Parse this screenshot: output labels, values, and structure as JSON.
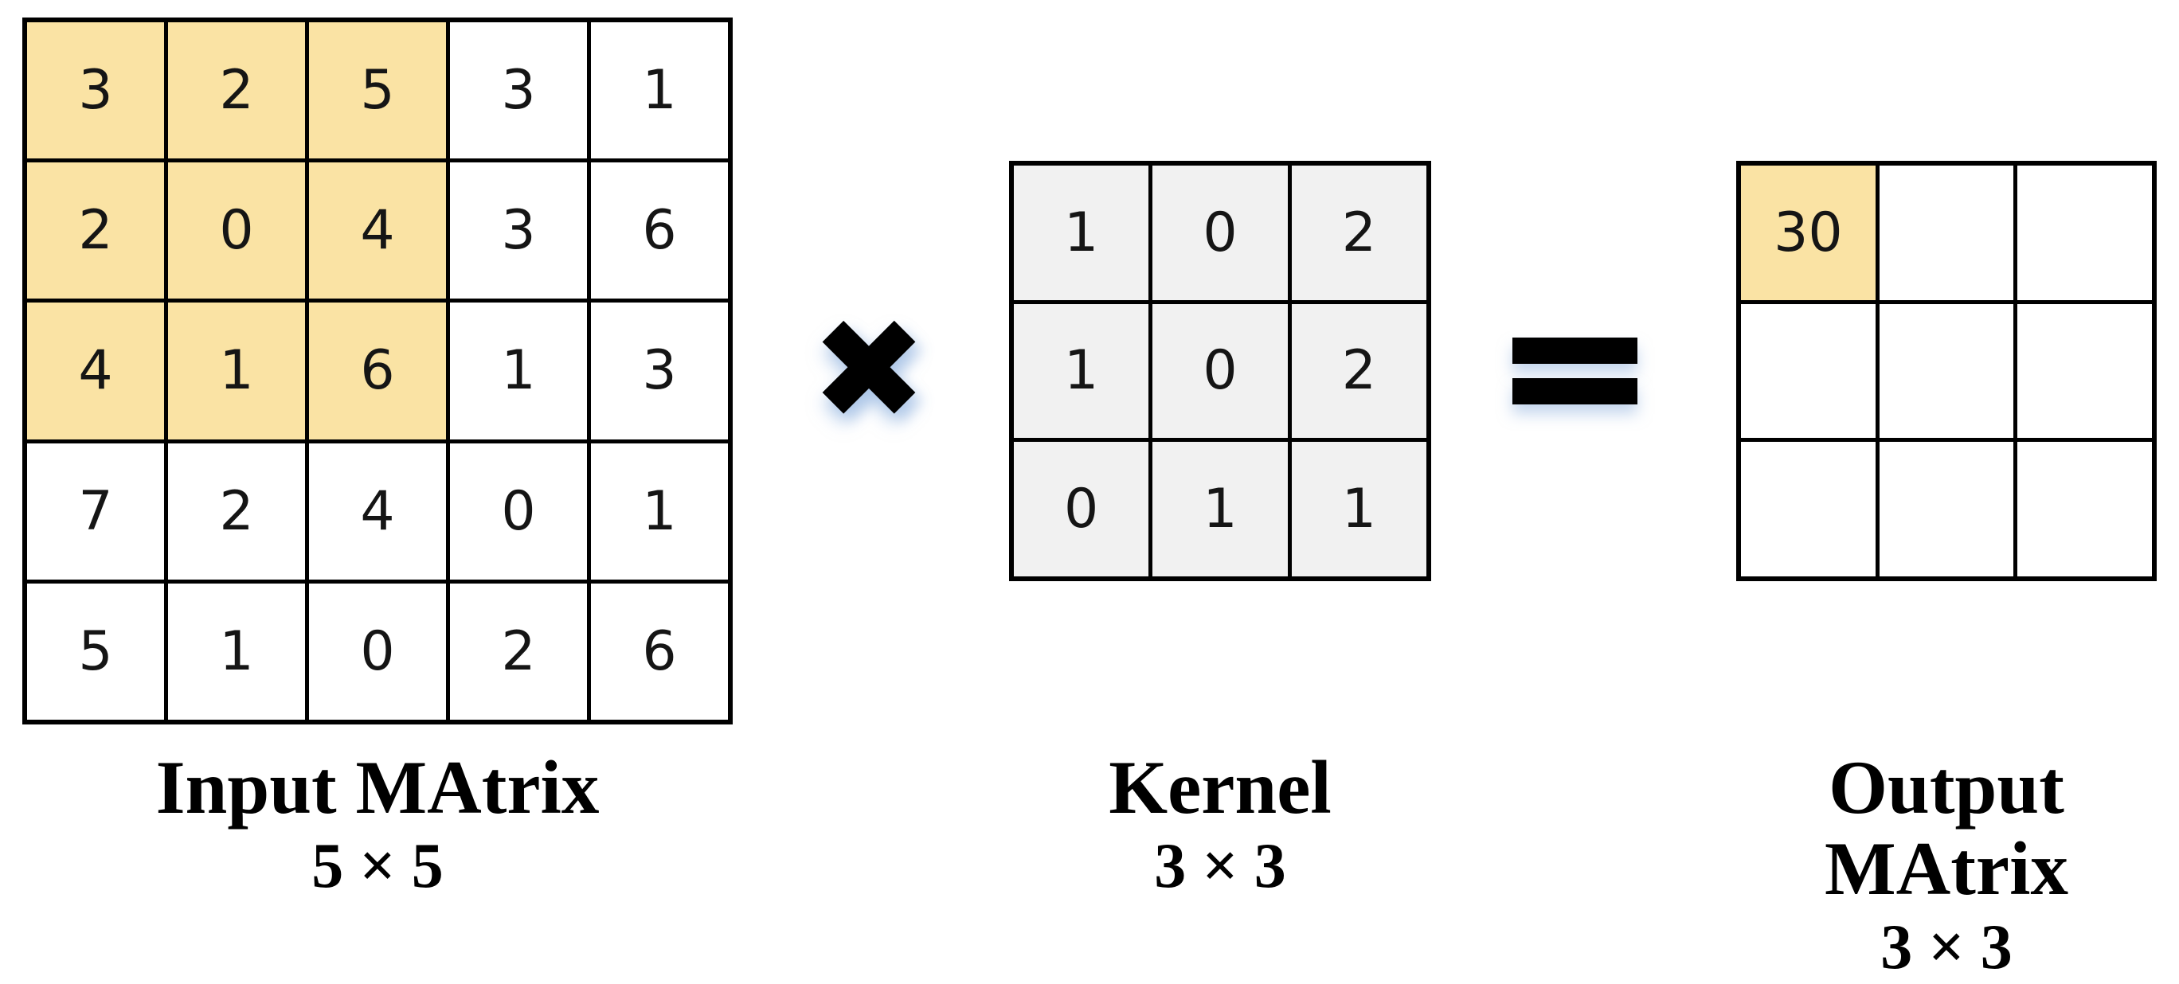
{
  "diagram": {
    "input_matrix": {
      "title": "Input MAtrix",
      "dimensions": "5 × 5",
      "rows": [
        [
          3,
          2,
          5,
          3,
          1
        ],
        [
          2,
          0,
          4,
          3,
          6
        ],
        [
          4,
          1,
          6,
          1,
          3
        ],
        [
          7,
          2,
          4,
          0,
          1
        ],
        [
          5,
          1,
          0,
          2,
          6
        ]
      ],
      "cell_color": "#FFFFFF",
      "highlight": {
        "row_start": 0,
        "row_end": 2,
        "col_start": 0,
        "col_end": 2,
        "color": "#FAE3A4"
      }
    },
    "kernel": {
      "title": "Kernel",
      "dimensions": "3 × 3",
      "rows": [
        [
          1,
          0,
          2
        ],
        [
          1,
          0,
          2
        ],
        [
          0,
          1,
          1
        ]
      ],
      "cell_color": "#F1F1F1"
    },
    "output_matrix": {
      "title": "Output MAtrix",
      "dimensions": "3 × 3",
      "rows": [
        [
          "30",
          "",
          ""
        ],
        [
          "",
          "",
          ""
        ],
        [
          "",
          "",
          ""
        ]
      ],
      "cell_color": "#FFFFFF",
      "highlight": {
        "row_start": 0,
        "row_end": 0,
        "col_start": 0,
        "col_end": 0,
        "color": "#FAE3A4"
      }
    },
    "operators": {
      "multiply": "✖",
      "equals": "="
    },
    "colors": {
      "grid_line": "#000000",
      "highlight_yellow": "#FAE3A4",
      "kernel_gray": "#F1F1F1",
      "glow_blue": "rgba(141,176,222,0.5)"
    }
  }
}
